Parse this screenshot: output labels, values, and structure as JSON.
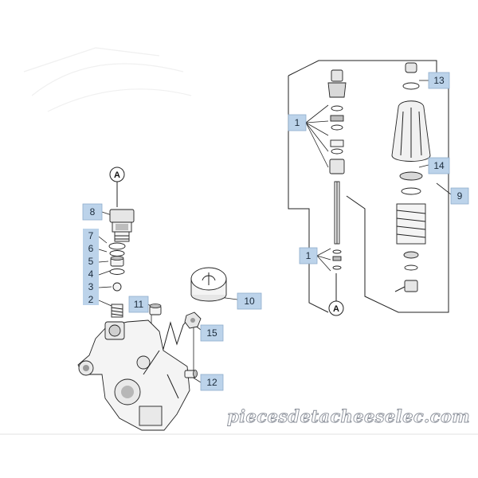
{
  "callouts": {
    "p1_upper": "1",
    "p1_lower": "1",
    "p2": "2",
    "p3": "3",
    "p4": "4",
    "p5": "5",
    "p6": "6",
    "p7": "7",
    "p8": "8",
    "p9": "9",
    "p10": "10",
    "p11": "11",
    "p12": "12",
    "p13": "13",
    "p14": "14",
    "p15": "15"
  },
  "connectors": {
    "a_top": "A",
    "a_bottom": "A"
  },
  "watermark": "piecesdetacheeselec.com",
  "colors": {
    "callout_fill": "#bcd3ea",
    "callout_border": "#8eadcd",
    "line": "#222222",
    "part_fill": "#f4f4f4",
    "part_shade": "#bdbdbd"
  }
}
